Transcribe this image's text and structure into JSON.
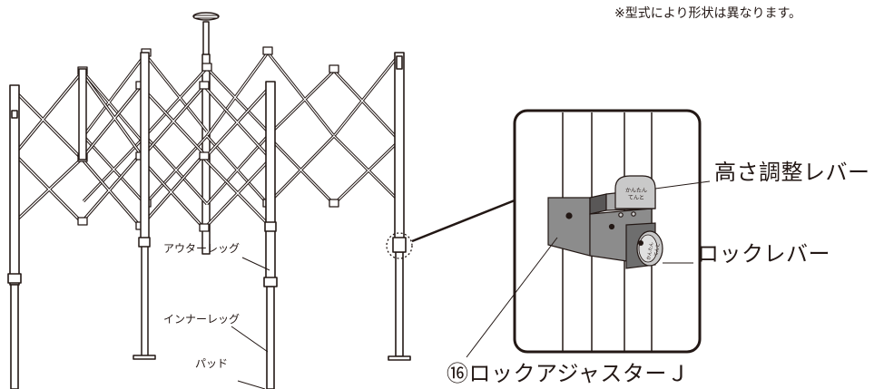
{
  "note": "※型式により形状は異なります。",
  "labels": {
    "outer_leg": "アウターレッグ",
    "inner_leg": "インナーレッグ",
    "pad": "パッド",
    "height_lever": "高さ調整レバー",
    "lock_lever": "ロックレバー",
    "lock_adjuster": "⑯ロックアジャスターＪ",
    "knob_text_1": "かんたん",
    "knob_text_2": "てんと"
  },
  "colors": {
    "line": "#231815",
    "part_gray": "#8c8c8c",
    "part_dark": "#595757",
    "knob": "#c9c9c9"
  }
}
